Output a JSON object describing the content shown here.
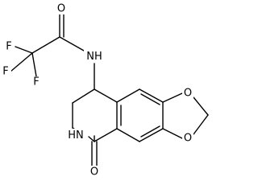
{
  "structure": {
    "atoms": [
      {
        "id": "f1",
        "symbol": "F"
      },
      {
        "id": "f2",
        "symbol": "F"
      },
      {
        "id": "f3",
        "symbol": "F"
      },
      {
        "id": "o_amide",
        "symbol": "O"
      },
      {
        "id": "n_amide",
        "symbol": "N",
        "suffix": "H"
      },
      {
        "id": "o_ring1",
        "symbol": "O"
      },
      {
        "id": "o_ring2",
        "symbol": "O"
      },
      {
        "id": "n_lactam",
        "symbol": "N",
        "prefix": "H"
      },
      {
        "id": "o_lactam",
        "symbol": "O"
      }
    ]
  }
}
